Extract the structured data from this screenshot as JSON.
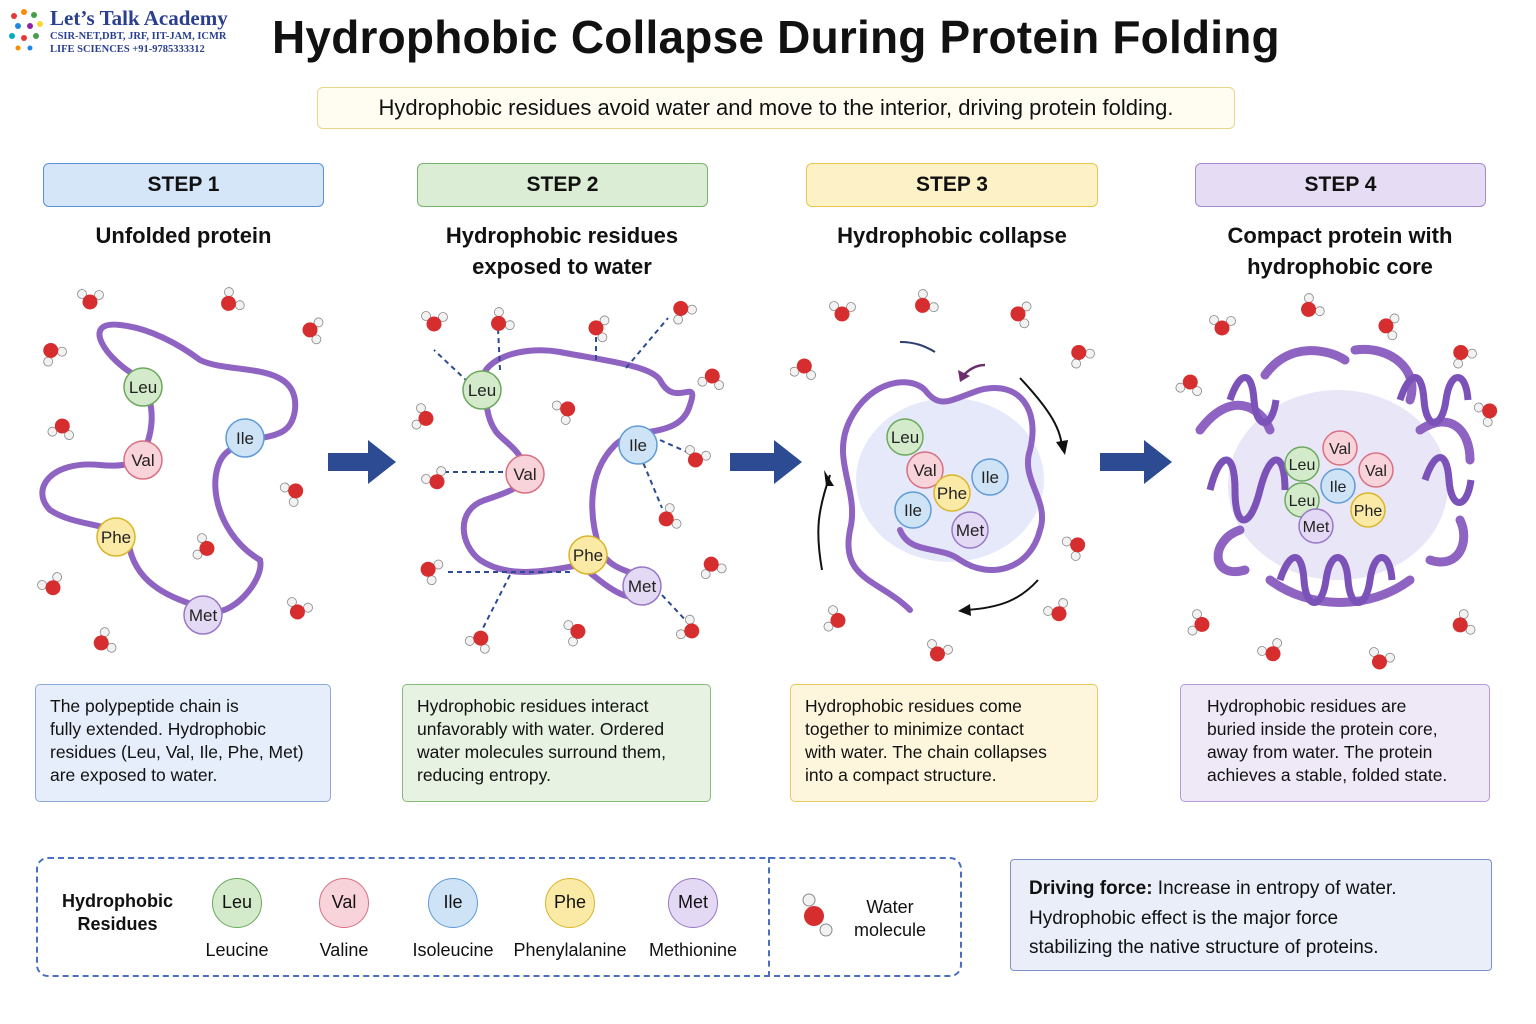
{
  "logo": {
    "name": "Let’s Talk Academy",
    "line1": "CSIR-NET,DBT, JRF, IIT-JAM, ICMR",
    "line2": "LIFE SCIENCES  +91-9785333312"
  },
  "title": "Hydrophobic Collapse During Protein Folding",
  "subtitle": "Hydrophobic residues avoid water and move to the interior, driving protein folding.",
  "colors": {
    "leu": "#7dbf6e",
    "val": "#e6798a",
    "ile": "#6aa8e0",
    "phe": "#f1cf3c",
    "met": "#a98ad4",
    "chain": "#8e63c2",
    "water_o": "#d62e2e",
    "arrow": "#2c4b93"
  },
  "steps": [
    {
      "badge": "STEP 1",
      "heading": "Unfolded protein",
      "description": "The polypeptide chain is\nfully extended. Hydrophobic\nresidues (Leu, Val, Ile, Phe, Met)\nare exposed to water.",
      "residues": [
        "Leu",
        "Val",
        "Ile",
        "Phe",
        "Met"
      ]
    },
    {
      "badge": "STEP 2",
      "heading": "Hydrophobic residues\nexposed to water",
      "description": "Hydrophobic residues interact\nunfavorably with water. Ordered\nwater molecules surround them,\nreducing entropy.",
      "residues": [
        "Leu",
        "Val",
        "Ile",
        "Phe",
        "Met"
      ]
    },
    {
      "badge": "STEP 3",
      "heading": "Hydrophobic collapse",
      "description": "Hydrophobic residues come\ntogether to minimize contact\nwith water. The chain collapses\ninto a compact structure.",
      "residues": [
        "Leu",
        "Val",
        "Ile",
        "Phe",
        "Ile",
        "Met"
      ]
    },
    {
      "badge": "STEP 4",
      "heading": "Compact protein with\nhydrophobic core",
      "description": "Hydrophobic residues are\nburied inside the protein core,\naway from water. The protein\nachieves a stable, folded state.",
      "residues": [
        "Val",
        "Leu",
        "Val",
        "Ile",
        "Leu",
        "Phe",
        "Met"
      ]
    }
  ],
  "legend": {
    "title": "Hydrophobic\nResidues",
    "items": [
      {
        "abbr": "Leu",
        "name": "Leucine"
      },
      {
        "abbr": "Val",
        "name": "Valine"
      },
      {
        "abbr": "Ile",
        "name": "Isoleucine"
      },
      {
        "abbr": "Phe",
        "name": "Phenylalanine"
      },
      {
        "abbr": "Met",
        "name": "Methionine"
      }
    ],
    "water": "Water\nmolecule"
  },
  "driving_force": {
    "label": "Driving force:",
    "text1": " Increase in entropy of water.",
    "text2": "Hydrophobic effect is the major force",
    "text3": "stabilizing the native structure of proteins."
  }
}
